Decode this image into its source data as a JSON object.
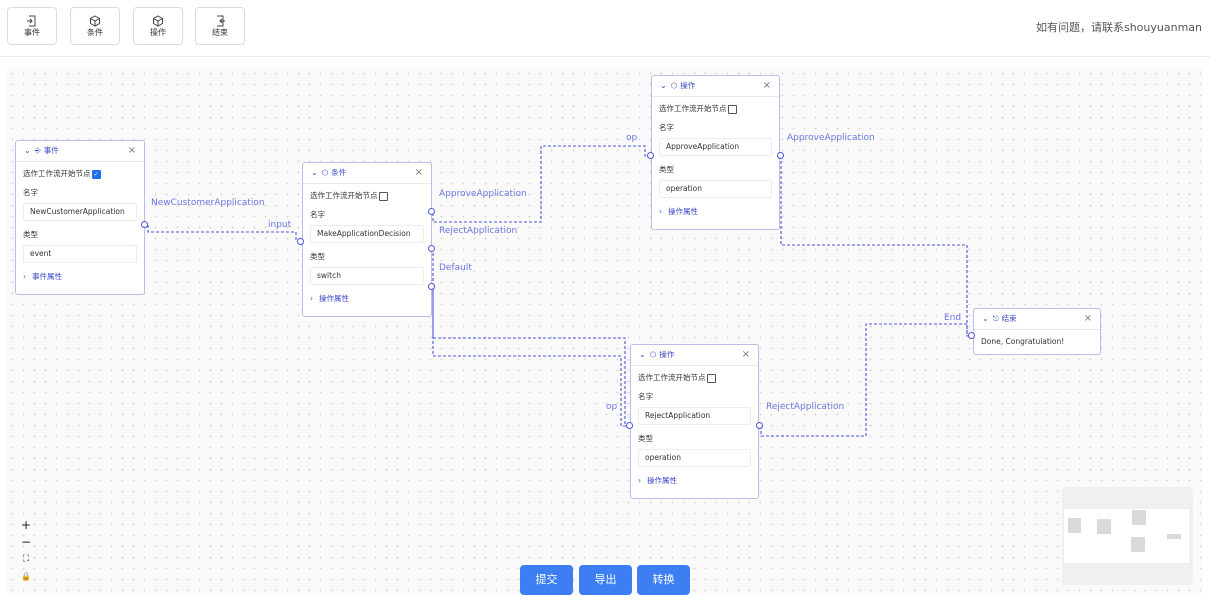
{
  "toolbar": {
    "items": [
      {
        "label": "事件",
        "icon": "import-icon"
      },
      {
        "label": "条件",
        "icon": "cube-icon"
      },
      {
        "label": "操作",
        "icon": "cube-icon"
      },
      {
        "label": "结束",
        "icon": "export-icon"
      }
    ],
    "contact": "如有问题，请联系shouyuanman"
  },
  "nodes": {
    "event": {
      "title": "事件",
      "start_label": "选作工作流开始节点",
      "start_checked": true,
      "name_label": "名字",
      "name_value": "NewCustomerApplication",
      "type_label": "类型",
      "type_value": "event",
      "props_label": "事件属性"
    },
    "condition": {
      "title": "条件",
      "start_label": "选作工作流开始节点",
      "start_checked": false,
      "name_label": "名字",
      "name_value": "MakeApplicationDecision",
      "type_label": "类型",
      "type_value": "switch",
      "props_label": "操作属性"
    },
    "approve": {
      "title": "操作",
      "start_label": "选作工作流开始节点",
      "start_checked": false,
      "name_label": "名字",
      "name_value": "ApproveApplication",
      "type_label": "类型",
      "type_value": "operation",
      "props_label": "操作属性"
    },
    "reject": {
      "title": "操作",
      "start_label": "选作工作流开始节点",
      "start_checked": false,
      "name_label": "名字",
      "name_value": "RejectApplication",
      "type_label": "类型",
      "type_value": "operation",
      "props_label": "操作属性"
    },
    "end": {
      "title": "结束",
      "text": "Done, Congratulation!"
    }
  },
  "edge_labels": {
    "new_customer": "NewCustomerApplication",
    "input": "input",
    "approve_out": "ApproveApplication",
    "reject_out": "RejectApplication",
    "default_out": "Default",
    "op_approve": "op",
    "approve_app": "ApproveApplication",
    "op_reject": "op",
    "reject_app": "RejectApplication",
    "end_in": "End"
  },
  "zoom": {
    "in": "+",
    "out": "−",
    "fit": "⛶",
    "lock": "🔒"
  },
  "actions": {
    "submit": "提交",
    "export": "导出",
    "convert": "转换"
  },
  "colors": {
    "accent": "#3d7ff3",
    "edge": "#4b55d8",
    "node_title": "#3a47c8"
  }
}
